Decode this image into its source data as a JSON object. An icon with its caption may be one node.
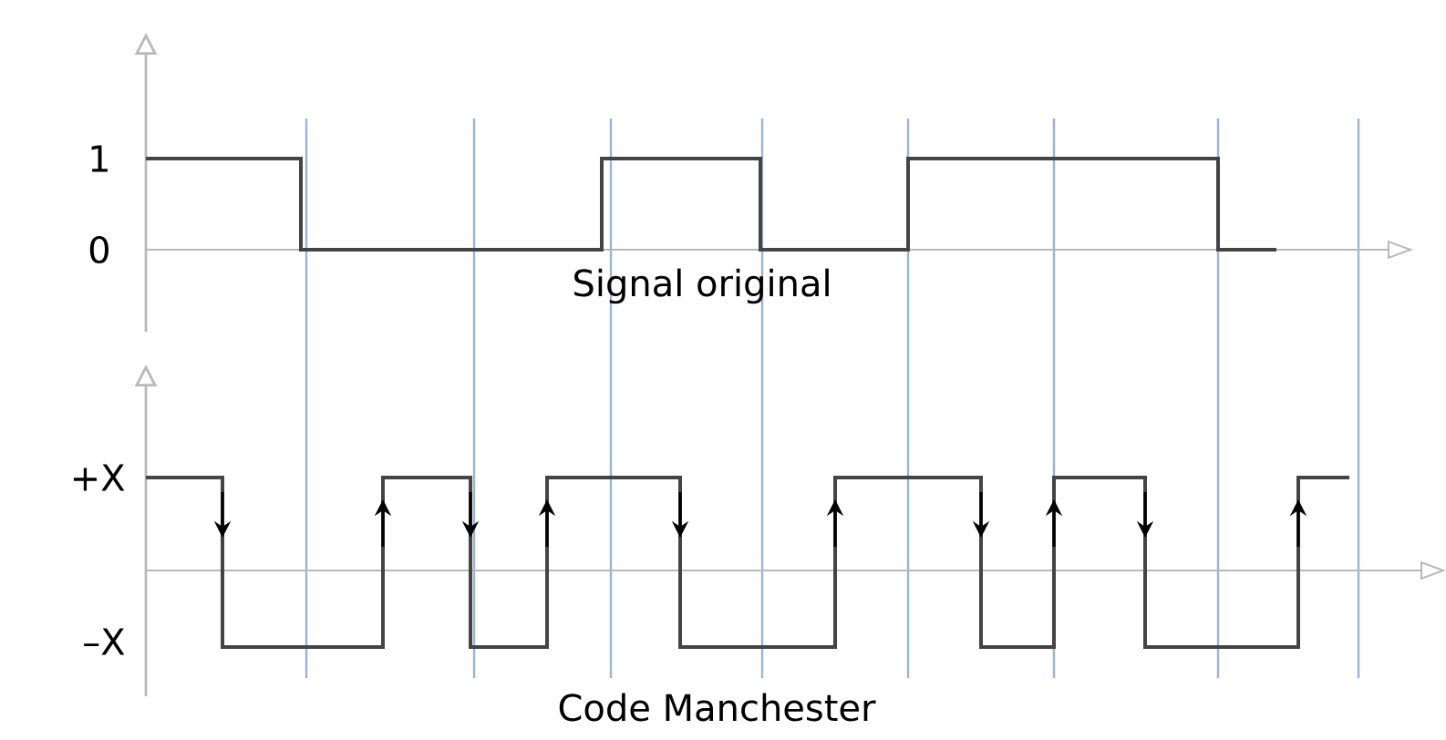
{
  "diagram": {
    "labels": [
      "1",
      "0",
      "Signal original",
      "+X",
      "–X",
      "Code Manchester"
    ]
  }
}
